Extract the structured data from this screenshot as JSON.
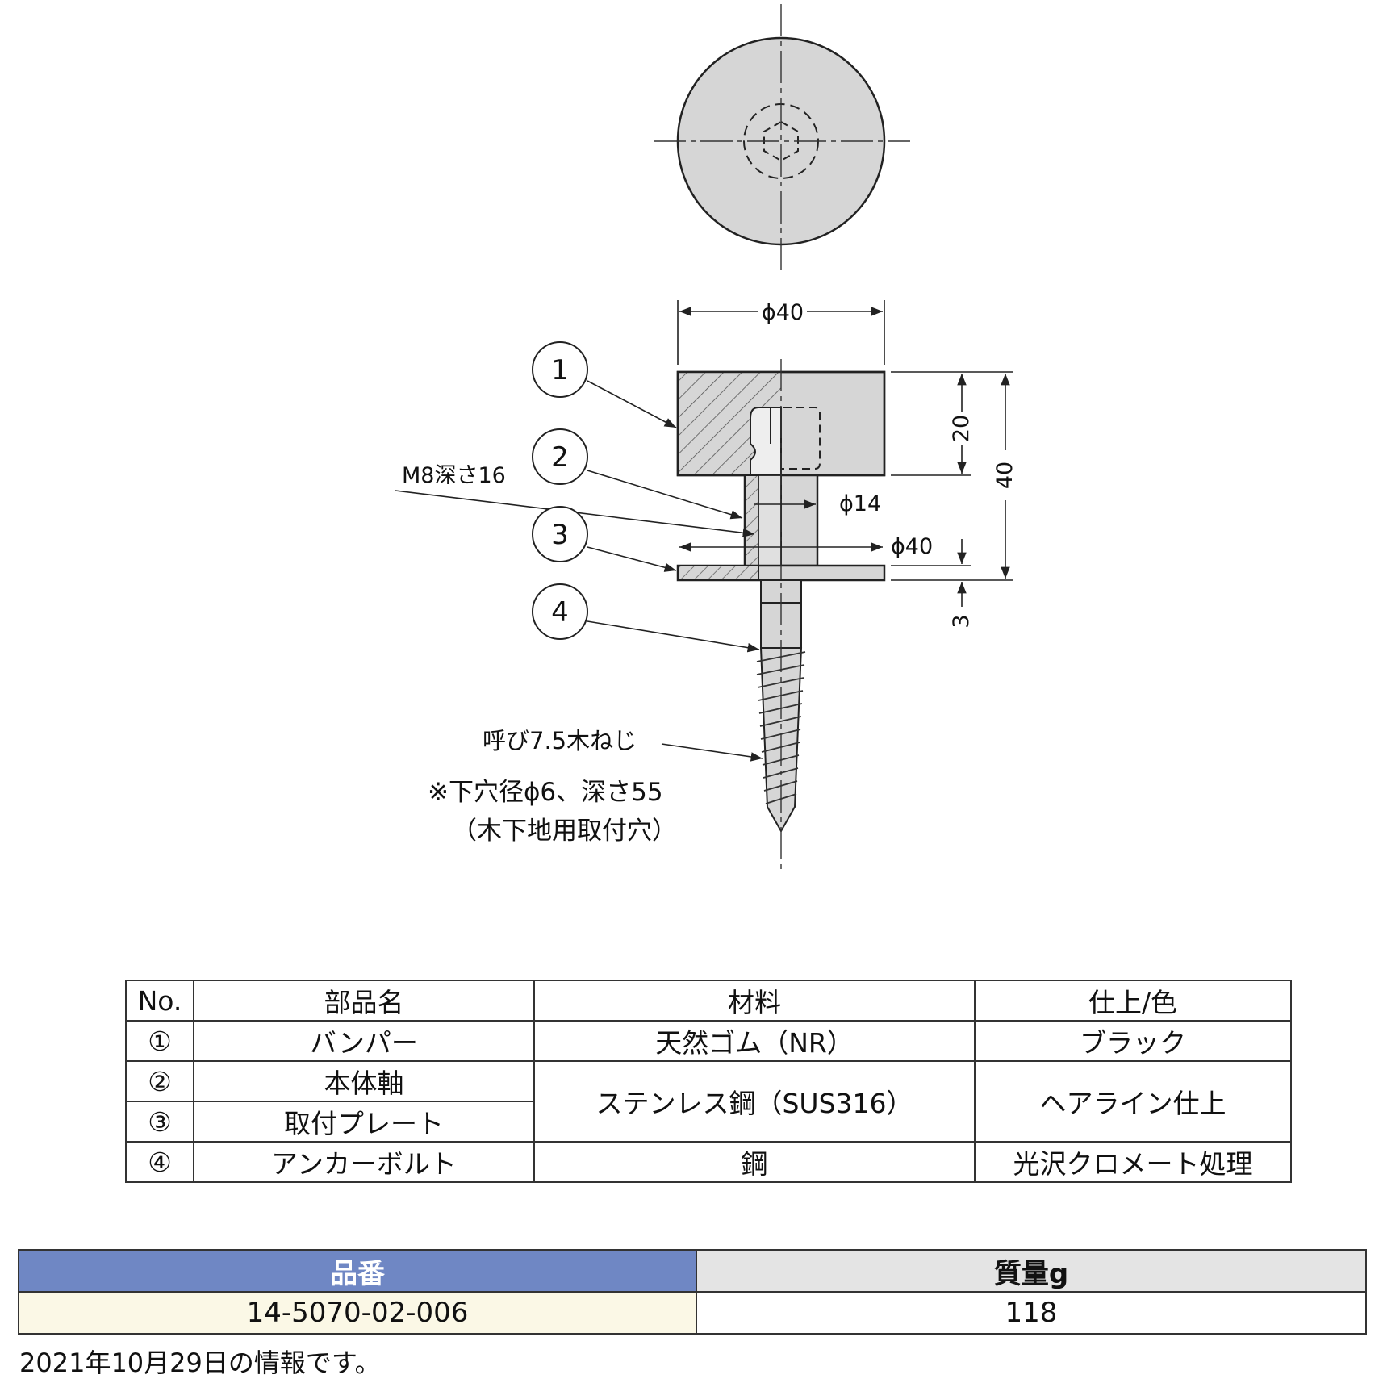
{
  "drawing": {
    "callouts": [
      "1",
      "2",
      "3",
      "4"
    ],
    "dims": {
      "top_dia": "ϕ40",
      "shaft_dia": "ϕ14",
      "plate_dia": "ϕ40",
      "bumper_h": "20",
      "total_h": "40",
      "plate_t": "3"
    },
    "notes": {
      "thread": "M8深さ16",
      "screw": "呼び7.5木ねじ",
      "hole1": "※下穴径ϕ6、深さ55",
      "hole2": "（木下地用取付穴）"
    },
    "colors": {
      "part_fill": "#d6d6d6",
      "line": "#222222"
    }
  },
  "parts_table": {
    "headers": [
      "No.",
      "部品名",
      "材料",
      "仕上/色"
    ],
    "rows": [
      {
        "no": "①",
        "name": "バンパー",
        "material": "天然ゴム（NR）",
        "finish": "ブラック"
      },
      {
        "no": "②",
        "name": "本体軸",
        "material": "ステンレス鋼（SUS316）",
        "finish": "ヘアライン仕上"
      },
      {
        "no": "③",
        "name": "取付プレート"
      },
      {
        "no": "④",
        "name": "アンカーボルト",
        "material": "鋼",
        "finish": "光沢クロメート処理"
      }
    ]
  },
  "spec_table": {
    "headers": [
      "品番",
      "質量g"
    ],
    "values": [
      "14-5070-02-006",
      "118"
    ],
    "colors": {
      "header_blue": "#6f87c4",
      "header_gray": "#e4e4e4",
      "value_bg": "#fbf8e6"
    }
  },
  "footnote": "2021年10月29日の情報です。"
}
